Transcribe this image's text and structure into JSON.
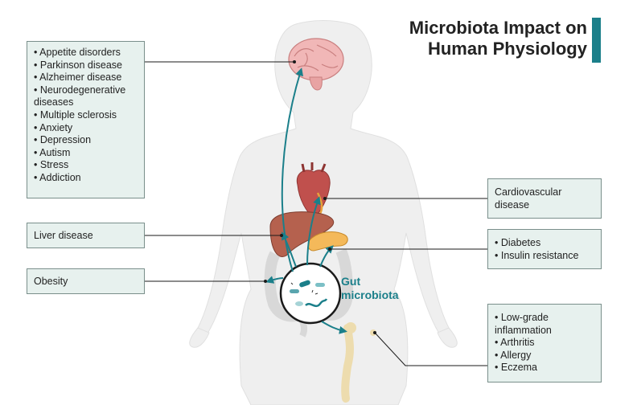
{
  "title": {
    "line1": "Microbiota Impact on",
    "line2": "Human Physiology"
  },
  "colors": {
    "accent": "#1b7f8a",
    "box_fill": "#e7f1ee",
    "body_silhouette": "#efefef"
  },
  "boxes": {
    "brain": {
      "items": [
        "Appetite disorders",
        "Parkinson disease",
        "Alzheimer disease",
        "Neurodegenerative diseases",
        "Multiple sclerosis",
        "Anxiety",
        "Depression",
        "Autism",
        "Stress",
        "Addiction"
      ]
    },
    "liver": {
      "text": "Liver disease"
    },
    "obesity": {
      "text": "Obesity"
    },
    "cardio": {
      "text": "Cardiovascular disease"
    },
    "pancreas": {
      "items": [
        "Diabetes",
        "Insulin resistance"
      ]
    },
    "bone": {
      "items": [
        "Low-grade inflammation",
        "Arthritis",
        "Allergy",
        "Eczema"
      ]
    }
  },
  "center": {
    "label_line1": "Gut",
    "label_line2": "microbiota"
  },
  "icons": [
    "brain-icon",
    "heart-icon",
    "liver-icon",
    "pancreas-icon",
    "intestine-icon",
    "femur-bone-icon",
    "bacteria-icon"
  ]
}
